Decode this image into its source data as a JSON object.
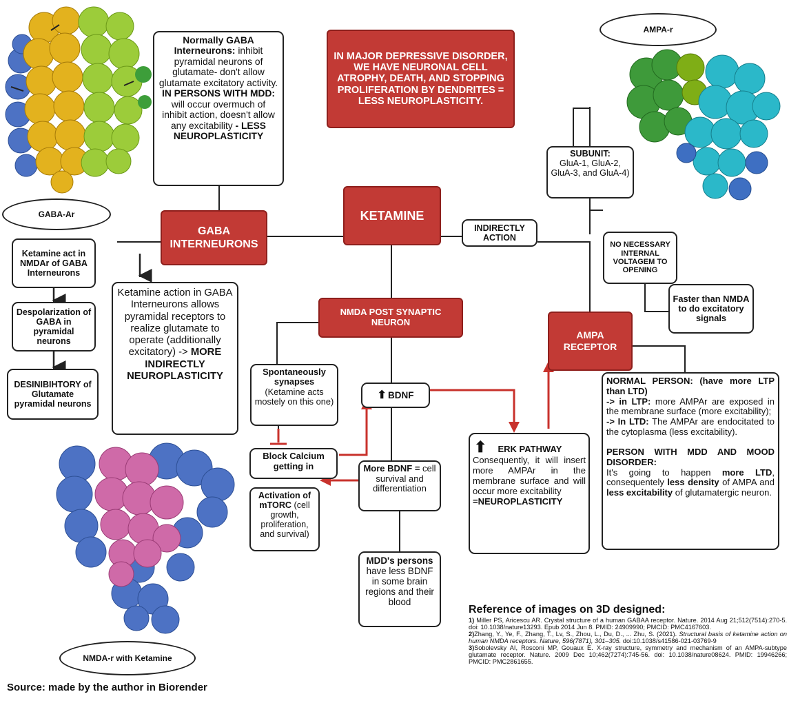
{
  "center": {
    "ketamine": "KETAMINE"
  },
  "header": {
    "mdd": "IN MAJOR DEPRESSIVE DISORDER, WE HAVE NEURONAL CELL ATROPHY, DEATH, AND STOPPING PROLIFERATION BY DENDRITES = LESS NEUROPLASTICITY."
  },
  "gaba": {
    "oval": "GABA-Ar",
    "node": "GABA INTERNEURONS",
    "normally_bold": "Normally GABA Interneurons:",
    "normally_text": "inhibit pyramidal neurons of glutamate- don't allow glutamate excitatory activity.",
    "mdd_bold": "IN PERSONS WITH MDD:",
    "mdd_text": "will occur overmuch of inhibit action, doesn't allow any excitability",
    "mdd_end": "- LESS NEUROPLASTICITY",
    "chain": [
      "Ketamine act in NMDAr of GABA Interneurons",
      "Despolarization of GABA in pyramidal neurons",
      "DESINIBIHTORY of Glutamate pyramidal neurons"
    ],
    "action_text": "Ketamine action in GABA Interneurons allows pyramidal receptors to realize glutamate to operate (additionally excitatory) ->",
    "action_bold": "MORE INDIRECTLY NEUROPLASTICITY"
  },
  "nmda": {
    "node": "NMDA POST SYNAPTIC NEURON",
    "spont_bold": "Spontaneously synapses",
    "spont_text": "(Ketamine acts mostely on this one)",
    "block": "Block Calcium getting in",
    "bdnf": "BDNF",
    "more_bdnf_bold": "More BDNF =",
    "more_bdnf_text": "cell survival and differentiation",
    "mtorc_bold": "Activation of mTORC",
    "mtorc_text": "(cell growth, proliferation, and survival)",
    "mdd_bold": "MDD's persons",
    "mdd_text": "have less BDNF in some brain regions and their blood",
    "oval": "NMDA-r with Ketamine"
  },
  "ampa": {
    "oval": "AMPA-r",
    "subunit_bold": "SUBUNIT:",
    "subunit_text": "GluA-1, GluA-2, GluA-3, and GluA-4)",
    "indirect": "INDIRECTLY ACTION",
    "no_voltage": "NO NECESSARY INTERNAL VOLTAGEM TO OPENING",
    "faster": "Faster than NMDA to do excitatory signals",
    "node": "AMPA RECEPTOR",
    "erk_title": "ERK PATHWAY",
    "erk_text": "Consequently, it will insert more AMPAr in the membrane surface and will occur more excitability",
    "erk_end": "=NEUROPLASTICITY",
    "normal_head": "NORMAL PERSON: (have more LTP than LTD)",
    "ltp_bold": "-> in LTP:",
    "ltp_text": "more AMPAr are exposed in the membrane surface (more excitability);",
    "ltd_bold": "-> In LTD:",
    "ltd_text": "The AMPAr are endocitated to the cytoplasma (less excitability).",
    "mdd_head": "PERSON WITH MDD AND MOOD DISORDER:",
    "mdd_t1": "It's going to happen",
    "mdd_b1": "more LTD",
    "mdd_t2": ", consequentely",
    "mdd_b2": "less density",
    "mdd_t3": "of AMPA and",
    "mdd_b3": "less excitability",
    "mdd_t4": "of glutamatergic neuron."
  },
  "references": {
    "title": "Reference of images on 3D designed:",
    "r1_num": "1)",
    "r1": "Miller PS, Aricescu AR. Crystal structure of a human GABAA receptor. Nature. 2014 Aug 21;512(7514):270-5. doi: 10.1038/nature13293. Epub 2014 Jun 8. PMID: 24909990; PMCID: PMC4167603.",
    "r2_num": "2)",
    "r2a": "Zhang, Y., Ye, F., Zhang, T., Lv, S., Zhou, L., Du, D., ... Zhu, S. (2021).",
    "r2b": "Structural basis of ketamine action on human NMDA receptors. Nature, 596(7871), 301–305.",
    "r2c": "doi:10.1038/s41586-021-03769-9",
    "r3_num": "3)",
    "r3": "Sobolevsky AI, Rosconi MP, Gouaux E. X-ray structure, symmetry and mechanism of an AMPA-subtype glutamate receptor. Nature. 2009 Dec 10;462(7274):745-56. doi: 10.1038/nature08624. PMID: 19946266; PMCID: PMC2861655."
  },
  "source": "Source: made by the author in Biorender",
  "colors": {
    "node_red": "#c23a35",
    "arrow_red": "#c8322c",
    "gaba_blue": "#4d72c4",
    "gaba_yellow": "#e3b21e",
    "gaba_green": "#9ccc3a",
    "nmda_pink": "#cf6aa8",
    "ampa_green": "#3e9a3a",
    "ampa_cyan": "#2bb8c9"
  },
  "icons": {
    "up_arrow": "up-arrow-icon"
  }
}
